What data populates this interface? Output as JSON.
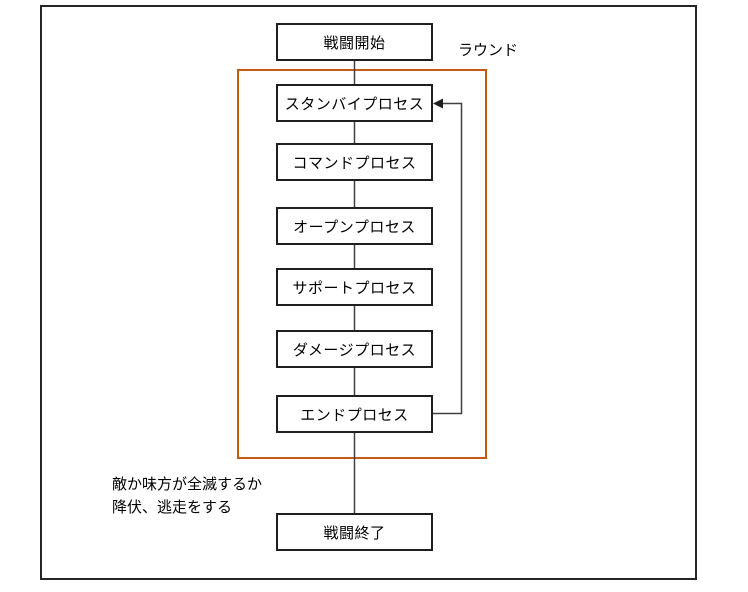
{
  "diagram": {
    "round_label": "ラウンド",
    "nodes": [
      {
        "name": "battle-start",
        "label": "戦闘開始"
      },
      {
        "name": "standby-process",
        "label": "スタンバイプロセス"
      },
      {
        "name": "command-process",
        "label": "コマンドプロセス"
      },
      {
        "name": "open-process",
        "label": "オープンプロセス"
      },
      {
        "name": "support-process",
        "label": "サポートプロセス"
      },
      {
        "name": "damage-process",
        "label": "ダメージプロセス"
      },
      {
        "name": "end-process",
        "label": "エンドプロセス"
      },
      {
        "name": "battle-end",
        "label": "戦闘終了"
      }
    ],
    "exit_condition": {
      "line1": "敵か味方が全滅するか",
      "line2": "降伏、逃走をする"
    },
    "colors": {
      "round_frame": "#C55A11",
      "node_border": "#1f1f1f",
      "connector": "#404040"
    }
  }
}
